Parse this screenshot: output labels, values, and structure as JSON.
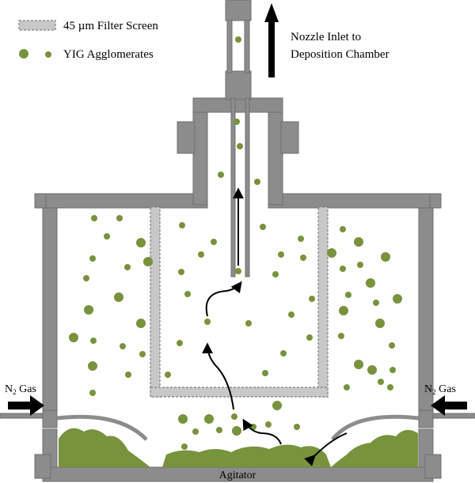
{
  "legend": {
    "filter_label": "45 µm Filter Screen",
    "particles_label": "YIG Agglomerates"
  },
  "labels": {
    "outlet_line1": "Nozzle Inlet to",
    "outlet_line2": "Deposition Chamber",
    "gas_left": "N",
    "gas_left_sub": "2",
    "gas_left_rest": " Gas",
    "gas_right": "N",
    "gas_right_sub": "2",
    "gas_right_rest": " Gas",
    "agitator": "Agitator"
  },
  "colors": {
    "wall": "#8c8c8c",
    "wall_stroke": "#6e6e6e",
    "powder": "#77933c",
    "filter_fill": "#c8c8c8",
    "filter_dash": "#7f7f7f",
    "arrow": "#000000"
  }
}
